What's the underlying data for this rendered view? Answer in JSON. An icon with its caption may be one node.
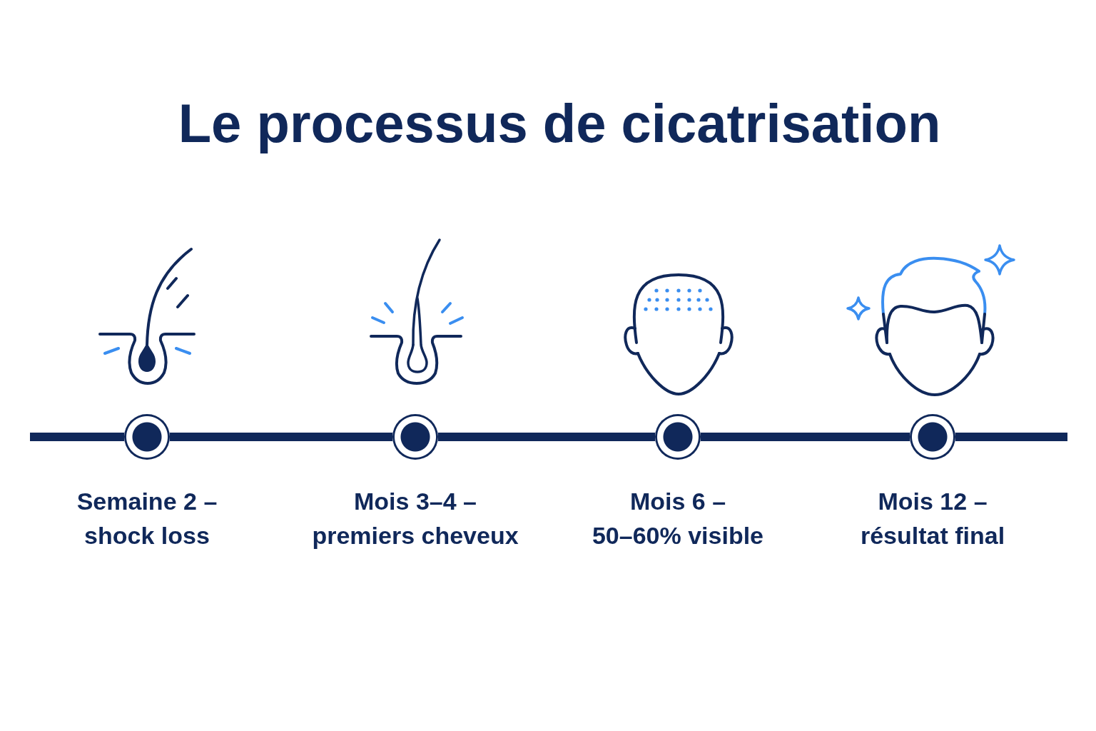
{
  "diagram": {
    "title": "Le processus de cicatrisation",
    "nodes": [
      {
        "text": [],
        "shape": "circle",
        "beside": [
          "Semaine 2 – shock loss"
        ]
      },
      {
        "text": [],
        "shape": "circle",
        "beside": [
          "Mois 3–4 – premiers cheveux"
        ]
      },
      {
        "text": [],
        "shape": "circle",
        "beside": [
          "Mois 6 – 50–60% visible"
        ]
      },
      {
        "text": [],
        "shape": "circle",
        "beside": [
          "Mois 12 – résultat final"
        ]
      }
    ],
    "edges": [
      {
        "from": null,
        "to": 0,
        "arrow": "none"
      },
      {
        "from": 0,
        "to": 1,
        "arrow": "none"
      },
      {
        "from": 1,
        "to": 2,
        "arrow": "none"
      },
      {
        "from": 2,
        "to": 3,
        "arrow": "none"
      },
      {
        "from": 3,
        "to": null,
        "arrow": "none"
      }
    ]
  }
}
